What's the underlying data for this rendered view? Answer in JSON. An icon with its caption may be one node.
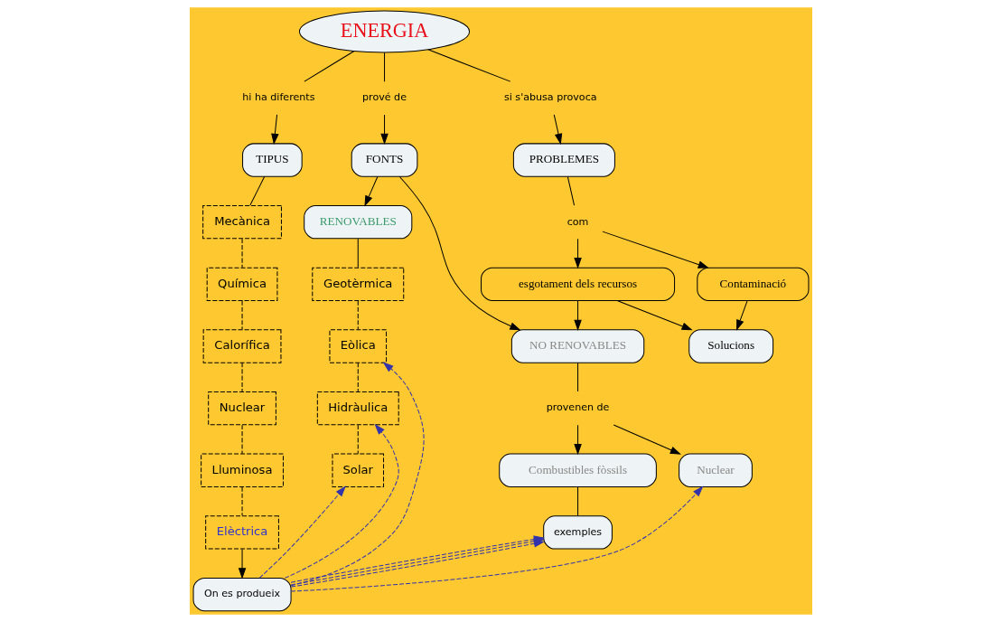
{
  "diagram": {
    "nodes": [
      {
        "text": [
          "ENERGIA"
        ]
      },
      {
        "text": [
          "hi ha diferents"
        ]
      },
      {
        "text": [
          "prové de"
        ]
      },
      {
        "text": [
          "si s'abusa provoca"
        ]
      },
      {
        "text": [
          "TIPUS"
        ]
      },
      {
        "text": [
          "FONTS"
        ]
      },
      {
        "text": [
          "PROBLEMES"
        ]
      },
      {
        "text": [
          "Mecànica"
        ]
      },
      {
        "text": [
          "Química"
        ]
      },
      {
        "text": [
          "Calorífica"
        ]
      },
      {
        "text": [
          "Nuclear"
        ]
      },
      {
        "text": [
          "Lluminosa"
        ]
      },
      {
        "text": [
          "Elèctrica"
        ]
      },
      {
        "text": [
          "RENOVABLES"
        ]
      },
      {
        "text": [
          "NO RENOVABLES"
        ]
      },
      {
        "text": [
          "com"
        ]
      },
      {
        "text": [
          "esgotament dels recursos"
        ]
      },
      {
        "text": [
          "Contaminació"
        ]
      },
      {
        "text": [
          "Geotèrmica"
        ]
      },
      {
        "text": [
          "provenen de"
        ]
      },
      {
        "text": [
          "Eòlica"
        ]
      },
      {
        "text": [
          "Combustibles fòssils"
        ]
      },
      {
        "text": [
          "Nuclear"
        ]
      },
      {
        "text": [
          "Solucions"
        ]
      },
      {
        "text": [
          "Hidràulica"
        ]
      },
      {
        "text": [
          "exemples"
        ]
      },
      {
        "text": [
          "Solar"
        ]
      },
      {
        "text": [
          "On es produeix"
        ]
      }
    ],
    "edges": [
      {
        "from": 0,
        "to": 1,
        "arrow": "none"
      },
      {
        "from": 1,
        "to": 4,
        "arrow": "to"
      },
      {
        "from": 0,
        "to": 2,
        "arrow": "none"
      },
      {
        "from": 2,
        "to": 5,
        "arrow": "to"
      },
      {
        "from": 0,
        "to": 3,
        "arrow": "none"
      },
      {
        "from": 3,
        "to": 6,
        "arrow": "to"
      },
      {
        "from": 4,
        "to": 7,
        "arrow": "none"
      },
      {
        "from": 7,
        "to": 8,
        "arrow": "none",
        "style": "dashed"
      },
      {
        "from": 8,
        "to": 9,
        "arrow": "none",
        "style": "dashed"
      },
      {
        "from": 9,
        "to": 10,
        "arrow": "none",
        "style": "dashed"
      },
      {
        "from": 10,
        "to": 11,
        "arrow": "none",
        "style": "dashed"
      },
      {
        "from": 11,
        "to": 12,
        "arrow": "none",
        "style": "dashed"
      },
      {
        "from": 12,
        "to": 27,
        "arrow": "to"
      },
      {
        "from": 5,
        "to": 13,
        "arrow": "to"
      },
      {
        "from": 5,
        "to": 14,
        "arrow": "to"
      },
      {
        "from": 6,
        "to": 15,
        "arrow": "none"
      },
      {
        "from": 15,
        "to": 16,
        "arrow": "to"
      },
      {
        "from": 15,
        "to": 17,
        "arrow": "to"
      },
      {
        "from": 16,
        "to": 14,
        "arrow": "to"
      },
      {
        "from": 16,
        "to": 23,
        "arrow": "to"
      },
      {
        "from": 17,
        "to": 23,
        "arrow": "to"
      },
      {
        "from": 13,
        "to": 18,
        "arrow": "none"
      },
      {
        "from": 18,
        "to": 20,
        "arrow": "none",
        "style": "dashed"
      },
      {
        "from": 20,
        "to": 24,
        "arrow": "none",
        "style": "dashed"
      },
      {
        "from": 24,
        "to": 26,
        "arrow": "none",
        "style": "dashed"
      },
      {
        "from": 14,
        "to": 19,
        "arrow": "none"
      },
      {
        "from": 19,
        "to": 21,
        "arrow": "to"
      },
      {
        "from": 19,
        "to": 22,
        "arrow": "to"
      },
      {
        "from": 21,
        "to": 25,
        "arrow": "none"
      },
      {
        "from": 27,
        "to": 20,
        "arrow": "to",
        "style": "dashed",
        "color": "#3333aa"
      },
      {
        "from": 27,
        "to": 24,
        "arrow": "to",
        "style": "dashed",
        "color": "#3333aa"
      },
      {
        "from": 27,
        "to": 26,
        "arrow": "to",
        "style": "dashed",
        "color": "#3333aa"
      },
      {
        "from": 27,
        "to": 25,
        "arrow": "to",
        "style": "dashed",
        "color": "#3333aa"
      },
      {
        "from": 27,
        "to": 25,
        "arrow": "to",
        "style": "dashed",
        "color": "#3333aa"
      },
      {
        "from": 27,
        "to": 25,
        "arrow": "to",
        "style": "dashed",
        "color": "#3333aa"
      },
      {
        "from": 27,
        "to": 22,
        "arrow": "to",
        "style": "dashed",
        "color": "#3333aa"
      }
    ]
  }
}
